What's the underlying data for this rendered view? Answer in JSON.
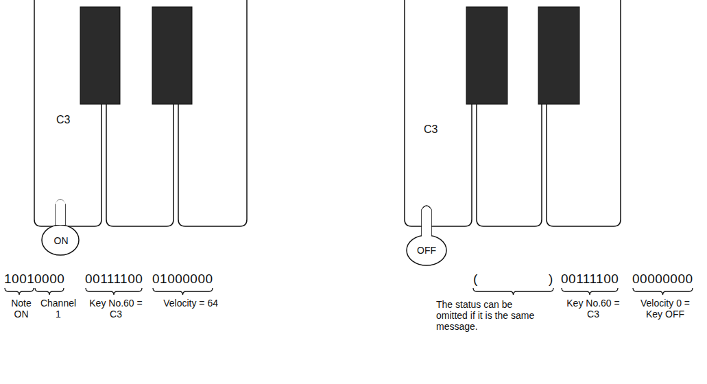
{
  "diagram": {
    "nodes": [
      {
        "text": [
          "C3"
        ]
      },
      {
        "text": [
          "C3"
        ]
      }
    ],
    "labels": [
      "ON",
      "1001",
      "0000",
      "00111100",
      "01000000",
      "Note ON",
      "Channel 1",
      "Key No.60 = C3",
      "Velocity = 64",
      "OFF",
      "(",
      ")",
      "00111100",
      "00000000",
      "The status can be omitted if it is the same message.",
      "Key No.60 = C3",
      "Velocity 0 = Key OFF"
    ]
  }
}
